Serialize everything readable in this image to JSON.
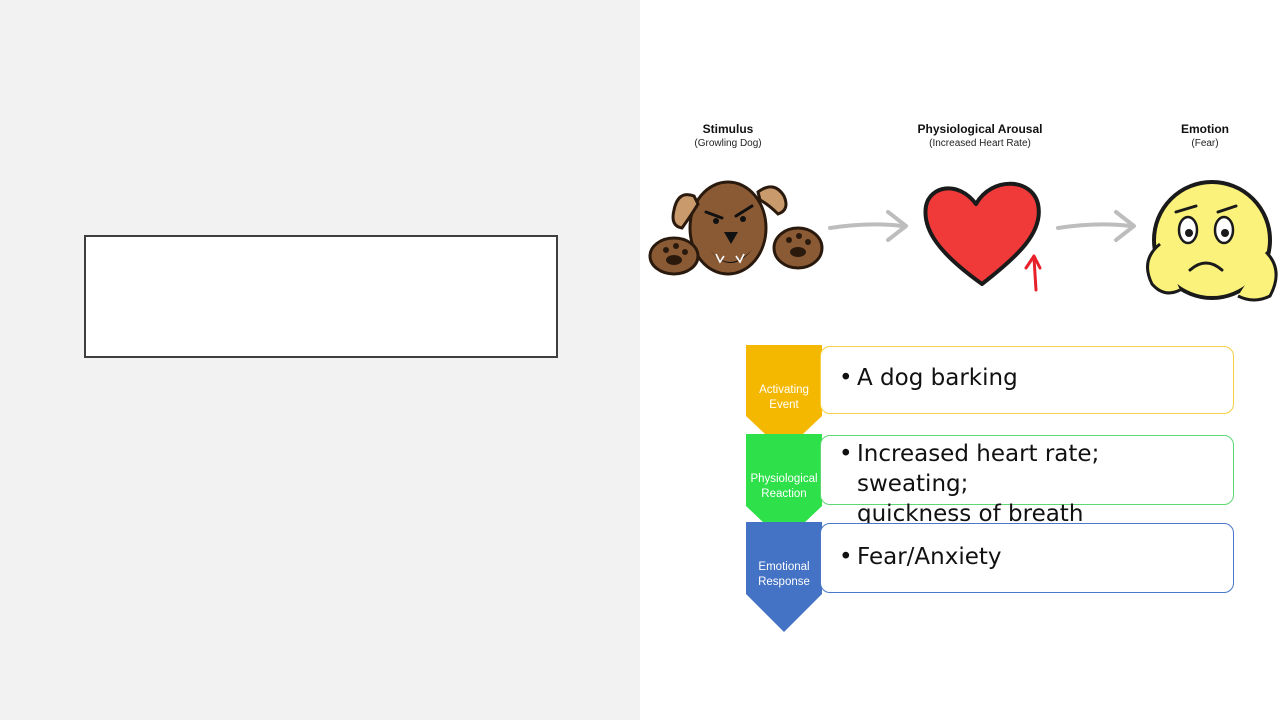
{
  "left": {
    "title_box": ""
  },
  "stages": {
    "stimulus": {
      "title": "Stimulus",
      "subtitle": "(Growling Dog)"
    },
    "arousal": {
      "title": "Physiological Arousal",
      "subtitle": "(Increased Heart Rate)"
    },
    "emotion": {
      "title": "Emotion",
      "subtitle": "(Fear)"
    }
  },
  "flow": [
    {
      "label": "Activating\nEvent",
      "bullet": "•",
      "text": "A dog barking",
      "color": "#f5b800"
    },
    {
      "label": "Physiological\nReaction",
      "bullet": "•",
      "text": "Increased heart rate; sweating;\nquickness of breath",
      "color": "#2ee04a"
    },
    {
      "label": "Emotional\nResponse",
      "bullet": "•",
      "text": "Fear/Anxiety",
      "color": "#4472c4"
    }
  ],
  "icons": [
    "dog-icon",
    "arrow-right-icon",
    "heart-icon",
    "arrow-up-icon",
    "worried-face-icon"
  ]
}
